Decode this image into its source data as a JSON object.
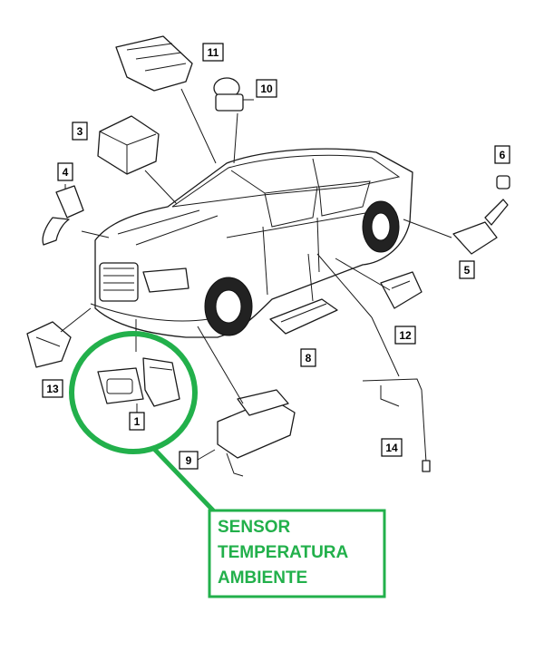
{
  "callout": {
    "lines": [
      "SENSOR",
      "TEMPERATURA",
      "AMBIENTE"
    ],
    "color": "#22b04b"
  },
  "part_labels": [
    "1",
    "3",
    "4",
    "5",
    "6",
    "8",
    "9",
    "10",
    "11",
    "12",
    "13",
    "14"
  ],
  "highlighted_part": "1"
}
